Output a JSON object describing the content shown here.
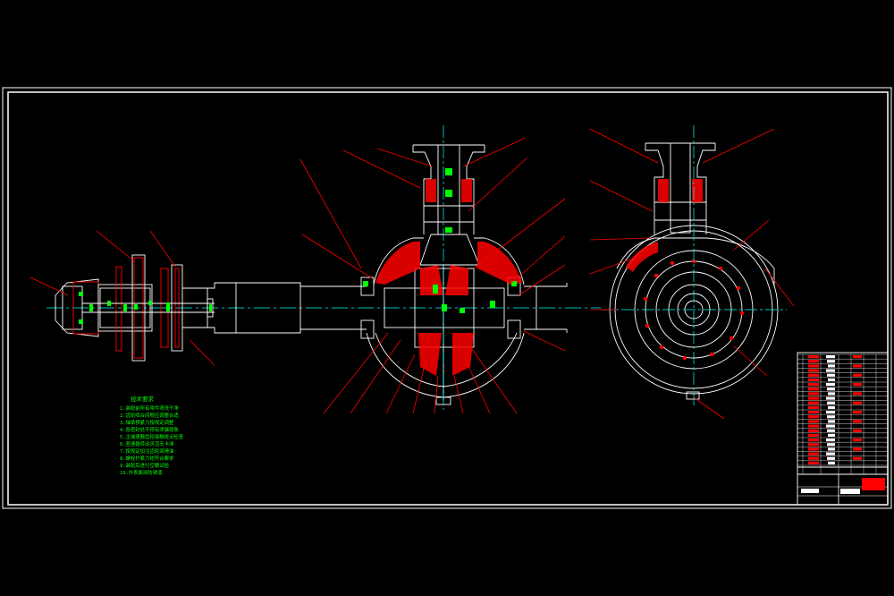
{
  "drawing": {
    "background": "#000000",
    "line_color": "#ffffff",
    "leader_color": "#ff0000",
    "centerline_color": "#00ffff",
    "note_color": "#00ff00",
    "fill_color": "#ff0000"
  },
  "notes": {
    "title": "技术要求",
    "lines": [
      "1.装配前所有零件清洗干净",
      "2.齿轮啮合间隙应调整合适",
      "3.轴承预紧力按规定调整",
      "4.各密封处不得有渗漏现象",
      "5.主减速器齿轮接触斑点检查",
      "6.差速器转动灵活无卡滞",
      "7.按规定加注齿轮润滑油",
      "8.螺栓拧紧力矩符合要求",
      "9.装配后进行空载试验",
      "10.外表面涂防锈漆"
    ]
  },
  "title_block": {
    "rows": 24
  }
}
